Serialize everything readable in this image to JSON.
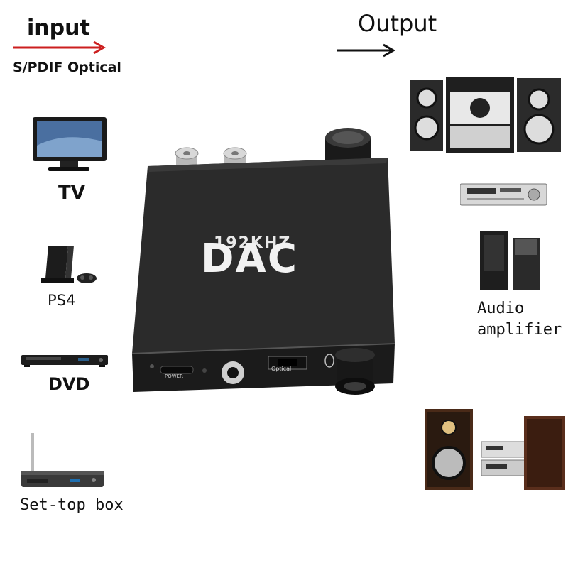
{
  "input": {
    "title": "input",
    "subtitle": "S/PDIF Optical",
    "arrow_color": "#cc1f1f"
  },
  "output": {
    "title": "Output"
  },
  "sources": [
    {
      "label": "TV",
      "icon": "tv-icon"
    },
    {
      "label": "PS4",
      "icon": "game-console-icon"
    },
    {
      "label": "DVD",
      "icon": "dvd-player-icon"
    },
    {
      "label": "Set-top box",
      "icon": "set-top-box-icon"
    }
  ],
  "outputs": [
    {
      "label": "",
      "icon": "speaker-system-icon"
    },
    {
      "label": "",
      "icon": "av-receiver-icon"
    },
    {
      "label_line1": "Audio",
      "label_line2": "amplifier",
      "icon": "amplifier-speakers-icon"
    },
    {
      "label": "",
      "icon": "hifi-stereo-icon"
    }
  ],
  "device": {
    "freq_label": "192KHZ",
    "name": "DAC",
    "power_label": "POWER",
    "optical_label": "Optical",
    "body_color": "#262626"
  }
}
